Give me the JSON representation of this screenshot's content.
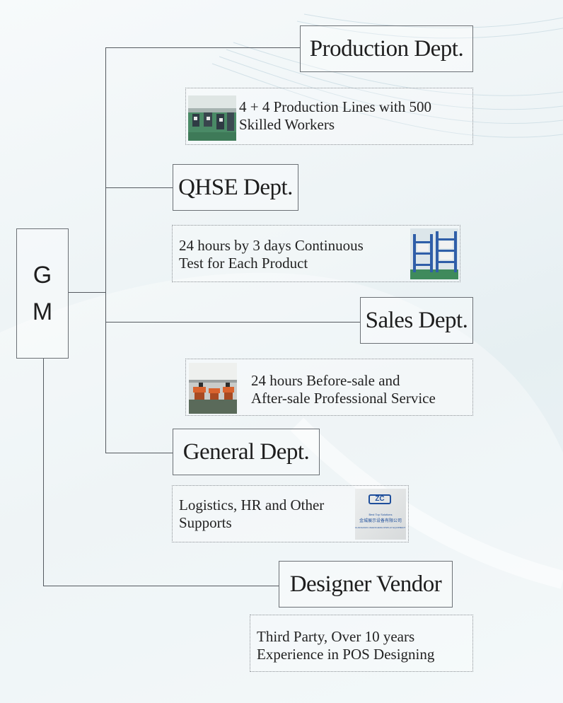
{
  "root": {
    "line1": "G",
    "line2": "M"
  },
  "departments": {
    "production": {
      "name": "Production Dept.",
      "description": [
        "4 + 4 Production Lines with 500",
        "Skilled Workers"
      ]
    },
    "qhse": {
      "name": "QHSE Dept.",
      "description": [
        "24 hours by 3 days Continuous",
        "Test for Each Product"
      ]
    },
    "sales": {
      "name": "Sales Dept.",
      "description": [
        "24 hours Before-sale and",
        "After-sale Professional Service"
      ]
    },
    "general": {
      "name": "General Dept.",
      "description": [
        "Logistics, HR and Other",
        "Supports"
      ]
    },
    "designer": {
      "name": "Designer Vendor",
      "description": [
        "Third Party, Over 10 years",
        "Experience in POS Designing"
      ]
    }
  },
  "logo": {
    "mark": "ZC",
    "tagline": "Best Top Solutions",
    "company_cn": "金城展示设备有限公司",
    "company_en": "GUANGZHOU ZHENCHENG DISPLAY EQUIPMENT CO.,LTD"
  },
  "colors": {
    "connector": "#555a60",
    "border": "#6b7075",
    "text": "#1e1e1e",
    "background": "#eef4f6"
  }
}
